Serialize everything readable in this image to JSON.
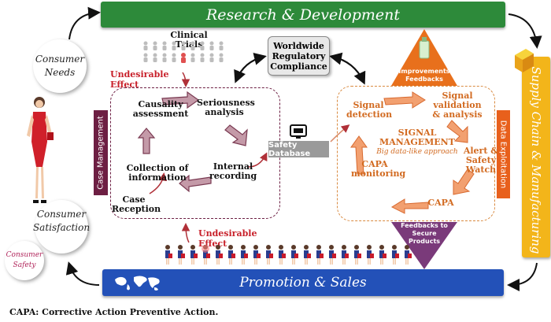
{
  "banners": {
    "research": "Research & Development",
    "promotion": "Promotion & Sales",
    "supply": "Supply Chain & Manufacturing"
  },
  "circles": {
    "needs_line1": "Consumer",
    "needs_line2": "Needs",
    "satisfaction_line1": "Consumer",
    "satisfaction_line2": "Satisfaction",
    "safety_line1": "Consumer",
    "safety_line2": "Safety"
  },
  "clinical_trials": "Clinical Trials",
  "undesirable_top": "Undesirable Effect",
  "undesirable_bottom": "Undesirable Effect",
  "regulatory": {
    "line1": "Worldwide",
    "line2": "Regulatory",
    "line3": "Compliance"
  },
  "case_management": {
    "tab": "Case Management",
    "causality_line1": "Causality",
    "causality_line2": "assessment",
    "seriousness_line1": "Seriousness",
    "seriousness_line2": "analysis",
    "internal_line1": "Internal",
    "internal_line2": "recording",
    "collection_line1": "Collection of",
    "collection_line2": "information",
    "reception_line1": "Case",
    "reception_line2": "Reception"
  },
  "safety_database": "Safety Database",
  "signal": {
    "tab": "Data Exploitation",
    "detection_line1": "Signal",
    "detection_line2": "detection",
    "validation_line1": "Signal",
    "validation_line2": "validation",
    "validation_line3": "& analysis",
    "center_line1": "SIGNAL",
    "center_line2": "MANAGEMENT",
    "center_sub": "Big data-like approach",
    "alert_line1": "Alert &",
    "alert_line2": "Safety",
    "alert_line3": "Watch",
    "capa": "CAPA",
    "monitoring_line1": "CAPA",
    "monitoring_line2": "monitoring"
  },
  "triangles": {
    "top_line1": "Improvements",
    "top_line2": "Feedbacks",
    "bottom_line1": "Feedbacks to",
    "bottom_line2": "Secure Products"
  },
  "footer": "CAPA: Corrective Action Preventive Action.",
  "colors": {
    "green": "#2d8a3a",
    "blue": "#2351b8",
    "yellow": "#f3b51a",
    "purple": "#6d1f43",
    "orange": "#e8601c"
  }
}
